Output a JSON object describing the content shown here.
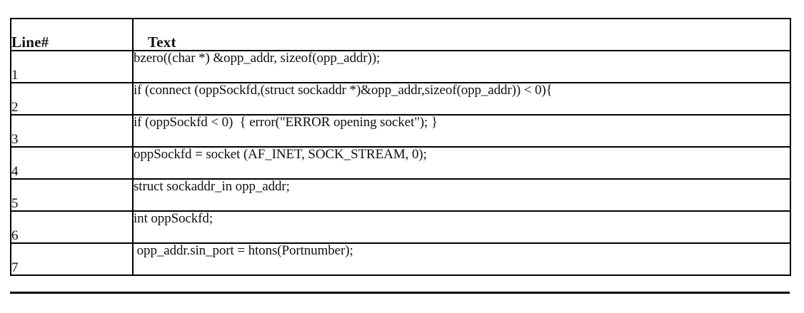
{
  "table": {
    "columns": [
      {
        "key": "line",
        "header": "Line#"
      },
      {
        "key": "text",
        "header": "Text"
      }
    ],
    "rows": [
      {
        "line": "1",
        "text": "bzero((char *) &opp_addr, sizeof(opp_addr));"
      },
      {
        "line": "2",
        "text": "if (connect (oppSockfd,(struct sockaddr *)&opp_addr,sizeof(opp_addr)) < 0){"
      },
      {
        "line": "3",
        "text": "if (oppSockfd < 0)  { error(\"ERROR opening socket\"); }"
      },
      {
        "line": "4",
        "text": "oppSockfd = socket (AF_INET, SOCK_STREAM, 0);"
      },
      {
        "line": "5",
        "text": "struct sockaddr_in opp_addr;"
      },
      {
        "line": "6",
        "text": "int oppSockfd;"
      },
      {
        "line": "7",
        "text": " opp_addr.sin_port = htons(Portnumber);"
      }
    ]
  },
  "colors": {
    "border": "#000000",
    "text": "#111111",
    "background": "#ffffff"
  }
}
